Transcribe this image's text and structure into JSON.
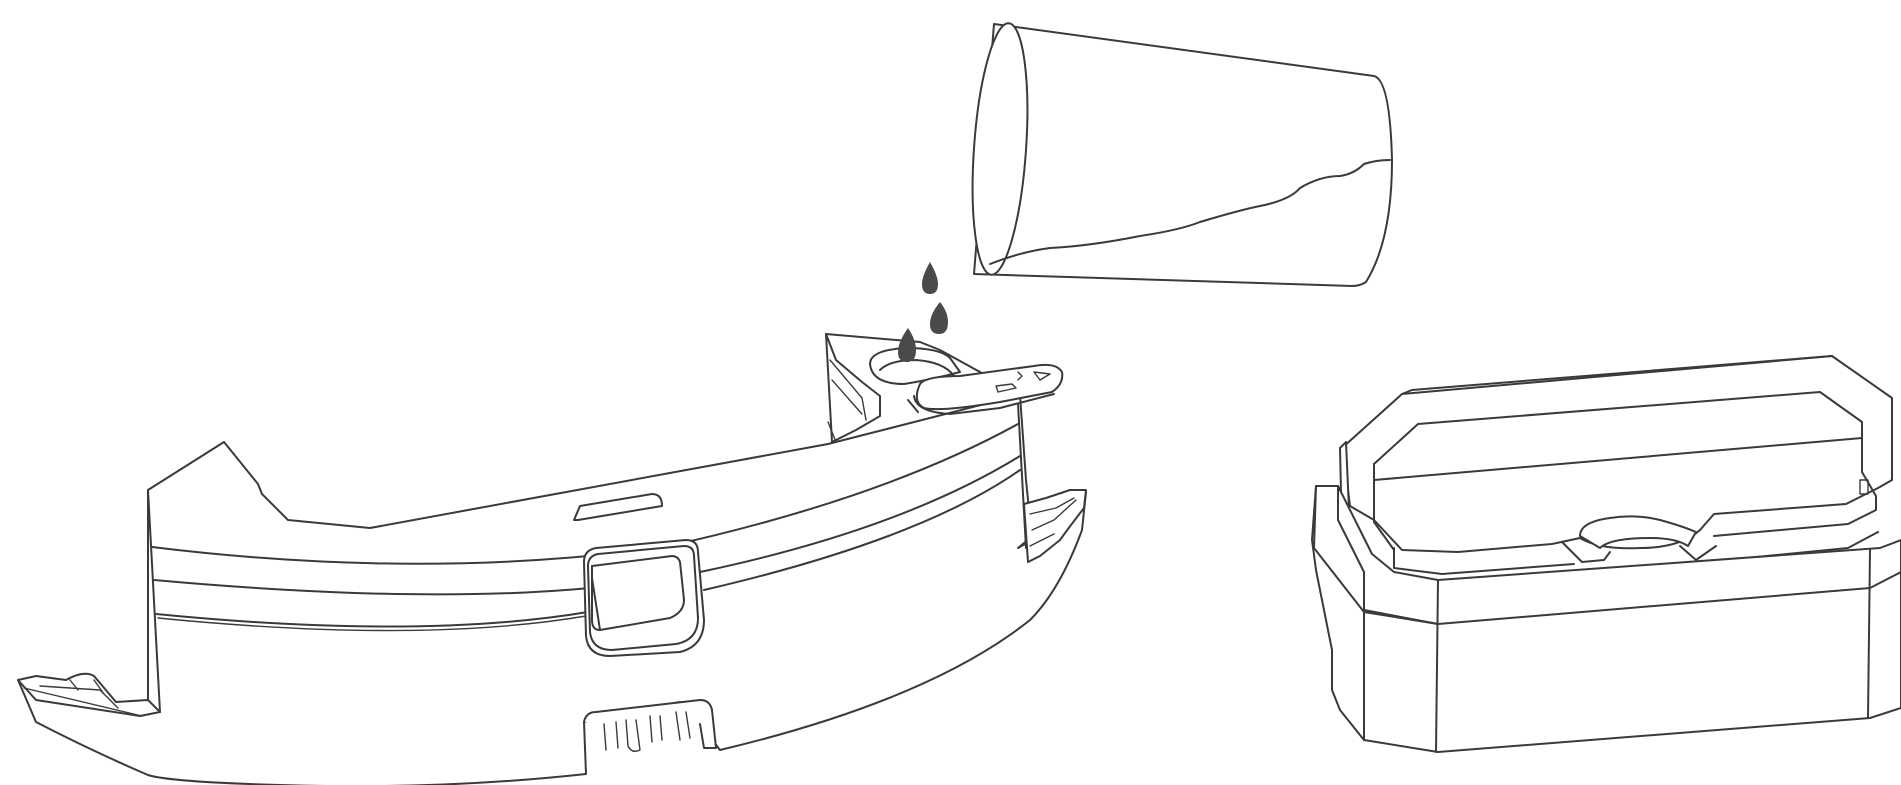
{
  "figure": {
    "line_color": "#3a3a3a",
    "drop_color": "#4a4a4a",
    "background": "#ffffff",
    "parts": [
      "water-tank",
      "pouring-cup",
      "water-drops",
      "dust-bin"
    ]
  }
}
